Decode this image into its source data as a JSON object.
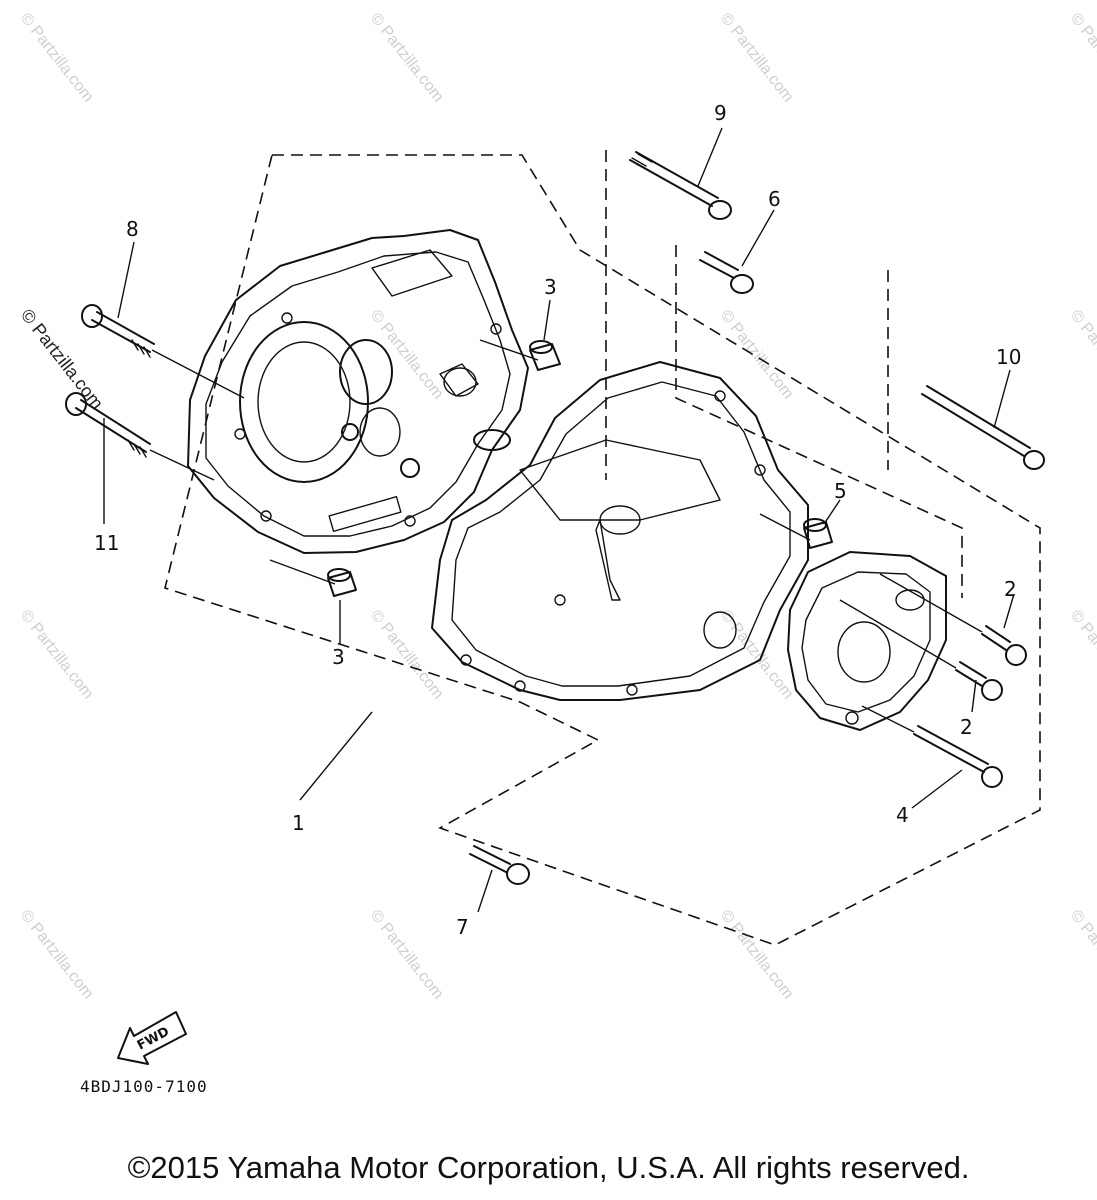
{
  "watermark": "© Partzilla.com",
  "diagram_code": "4BDJ100-7100",
  "fwd_label": "FWD",
  "copyright": "©2015 Yamaha Motor Corporation, U.S.A. All rights reserved.",
  "callouts": [
    "1",
    "2",
    "2",
    "3",
    "3",
    "4",
    "5",
    "6",
    "7",
    "8",
    "9",
    "10",
    "11"
  ]
}
